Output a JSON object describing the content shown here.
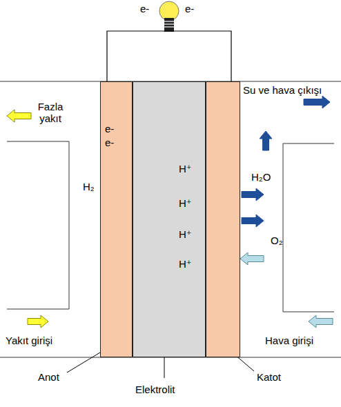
{
  "diagram": {
    "nodes": [
      {
        "text": [
          "Anot"
        ]
      },
      {
        "text": [
          "Elektrolit"
        ]
      },
      {
        "text": [
          "Katot"
        ]
      }
    ],
    "edges": [
      {
        "from": 0,
        "to": 2,
        "arrow": "none"
      }
    ],
    "labels": [
      "e-",
      "e-",
      "Su ve hava çıkışı",
      "Fazla yakıt",
      "e-",
      "e-",
      "H⁺",
      "H⁺",
      "H⁺",
      "H⁺",
      "H₂",
      "H₂O",
      "O₂",
      "Yakıt girişi",
      "Hava girişi"
    ]
  }
}
